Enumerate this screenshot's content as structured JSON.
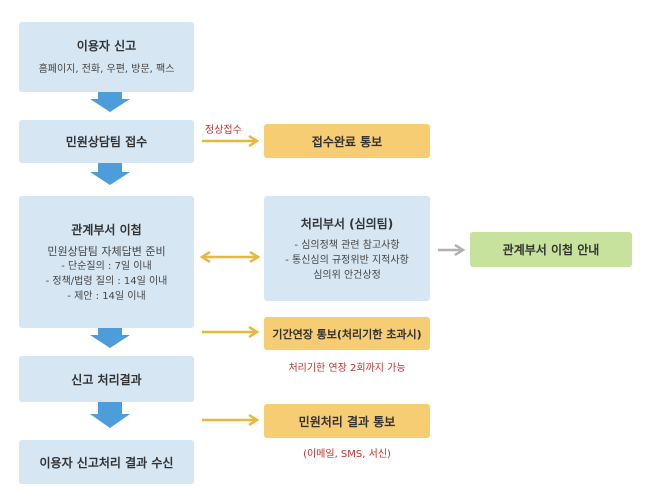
{
  "nodes": {
    "report": {
      "title": "이용자 신고",
      "sub": "홈페이지, 전화, 우편, 방문, 팩스"
    },
    "receipt": {
      "title": "민원상담팀 접수"
    },
    "transfer": {
      "title": "관계부서 이첩",
      "lines": [
        "민원상담팀 자체답변 준비",
        "- 단순질의 : 7일 이내",
        "- 정책/법령 질의 : 14일 이내",
        "- 제안 : 14일 이내"
      ]
    },
    "result": {
      "title": "신고 처리결과"
    },
    "receive": {
      "title": "이용자 신고처리 결과 수신"
    },
    "receipt_notice": {
      "title": "접수완료 통보"
    },
    "processing": {
      "title": "처리부서 (심의팀)",
      "lines": [
        "- 심의정책 관련 참고사항",
        "- 통신심의 규정위반 지적사항",
        "심의위 안건상정"
      ]
    },
    "transfer_guide": {
      "title": "관계부서 이첩 안내"
    },
    "extension": {
      "title": "기간연장 통보(처리기한 초과시)"
    },
    "result_notice": {
      "title": "민원처리 결과 통보"
    }
  },
  "notes": {
    "normal_receipt": "정상접수",
    "extension_limit": "처리기한 연장 2회까지 가능",
    "channels": "(이메일, SMS, 서신)"
  },
  "colors": {
    "blue_box": "#d6e6f3",
    "yellow_box": "#f7cd74",
    "green_box": "#c7e29d",
    "down_arrow": "#4d9ddb",
    "connector_arrow": "#e8b73e",
    "grey_arrow": "#b0b0b0",
    "note_text": "#c4302b"
  }
}
